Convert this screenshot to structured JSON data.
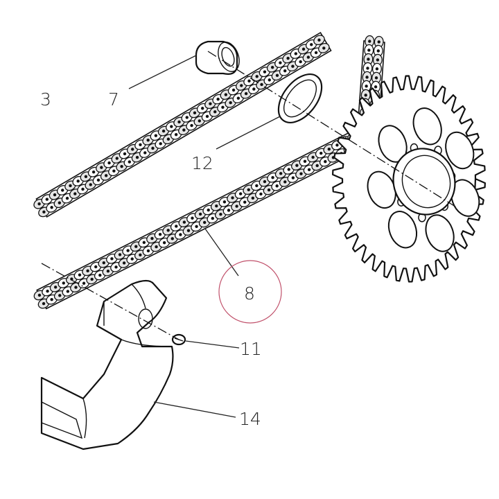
{
  "callouts": [
    {
      "id": "3",
      "label": "3"
    },
    {
      "id": "7",
      "label": "7"
    },
    {
      "id": "12",
      "label": "12"
    },
    {
      "id": "8",
      "label": "8"
    },
    {
      "id": "11",
      "label": "11"
    },
    {
      "id": "14",
      "label": "14"
    }
  ],
  "colors": {
    "ink": "#111111",
    "highlight_circle": "#c0506a",
    "background": "#ffffff"
  }
}
